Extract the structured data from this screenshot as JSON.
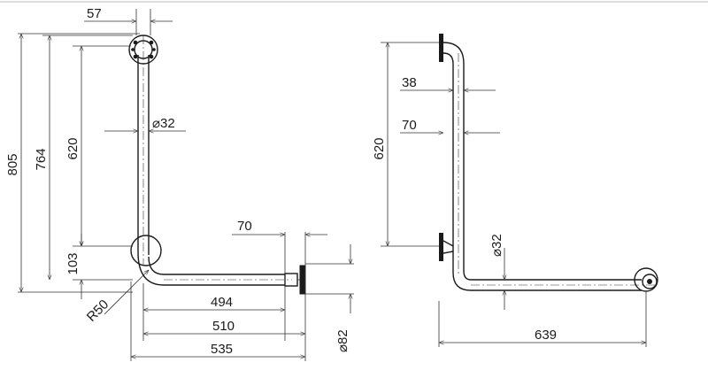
{
  "left_view": {
    "dims": {
      "top_width": "57",
      "height_total": "805",
      "height_upper": "764",
      "height_vertical": "620",
      "height_lower": "103",
      "diameter": "⌀32",
      "bend_radius": "R50",
      "len_494": "494",
      "len_510": "510",
      "len_535": "535",
      "flange_70": "70",
      "flange_dia": "⌀82"
    }
  },
  "right_view": {
    "dims": {
      "d38": "38",
      "d70": "70",
      "h620": "620",
      "diameter": "⌀32",
      "len_639": "639"
    }
  }
}
